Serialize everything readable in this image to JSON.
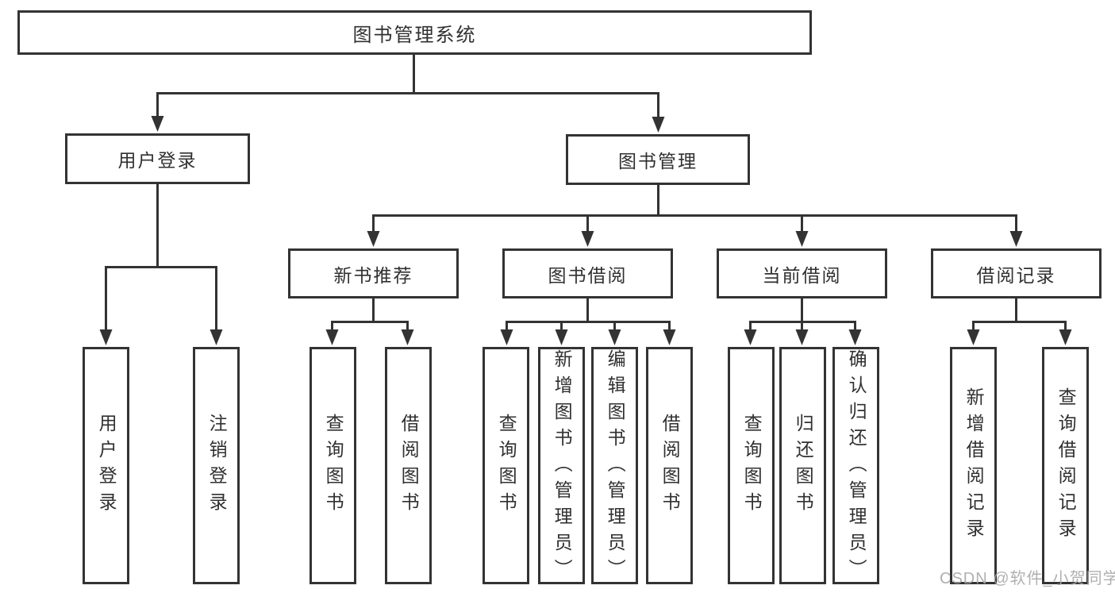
{
  "diagram": {
    "root": {
      "label": "图书管理系统"
    },
    "level2": [
      {
        "label": "用户登录",
        "children": [
          {
            "label": "用户登录"
          },
          {
            "label": "注销登录"
          }
        ]
      },
      {
        "label": "图书管理",
        "children": [
          {
            "label": "新书推荐",
            "children": [
              {
                "label": "查询图书"
              },
              {
                "label": "借阅图书"
              }
            ]
          },
          {
            "label": "图书借阅",
            "children": [
              {
                "label": "查询图书"
              },
              {
                "label": "新增图书（管理员）"
              },
              {
                "label": "编辑图书（管理员）"
              },
              {
                "label": "借阅图书"
              }
            ]
          },
          {
            "label": "当前借阅",
            "children": [
              {
                "label": "查询图书"
              },
              {
                "label": "归还图书"
              },
              {
                "label": "确认归还（管理员）"
              }
            ]
          },
          {
            "label": "借阅记录",
            "children": [
              {
                "label": "新增借阅记录"
              },
              {
                "label": "查询借阅记录"
              }
            ]
          }
        ]
      }
    ]
  },
  "watermark": {
    "text": "CSDN @软件_小贺同学"
  },
  "colors": {
    "line": "#333333",
    "text": "#303030",
    "watermark": "#a8a8a8",
    "background": "#ffffff"
  }
}
